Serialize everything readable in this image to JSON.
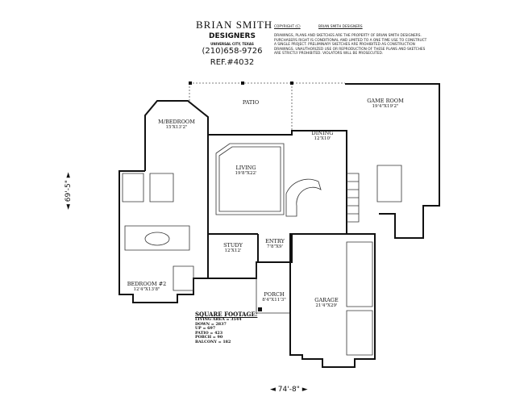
{
  "title_block": {
    "brand": "BRIAN SMITH",
    "subtitle": "DESIGNERS",
    "location": "UNIVERSAL CITY, TEXAS",
    "phone": "(210)658-9726",
    "ref": "REF.#4032"
  },
  "copyright": {
    "label": "COPYRIGHT (C)",
    "owner": "BRIAN SMITH DESIGNERS",
    "notice": "DRAWINGS, PLANS AND SKETCHES ARE THE PROPERTY OF BRIAN SMITH DESIGNERS. PURCHASERS RIGHT IS CONDITIONAL AND LIMITED TO A ONE TIME USE TO CONSTRUCT A SINGLE PROJECT. PRELIMINARY SKETCHES ARE PROHIBITED AS CONSTRUCTION DRAWINGS. UNAUTHORIZED USE OR REPRODUCTION OF THESE PLANS AND SKETCHES ARE STRICTLY PROHIBITED. VIOLATORS WILL BE PROSECUTED."
  },
  "rooms": [
    {
      "name": "PATIO",
      "size": ""
    },
    {
      "name": "M/BEDROOM",
      "size": "15'X13'2\""
    },
    {
      "name": "DINING",
      "size": "12'X10'"
    },
    {
      "name": "GAME ROOM",
      "size": "19'4\"X19'2\""
    },
    {
      "name": "LIVING",
      "size": "19'8\"X22'"
    },
    {
      "name": "STUDY",
      "size": "12'X12'"
    },
    {
      "name": "ENTRY",
      "size": "7'8\"X9'"
    },
    {
      "name": "PORCH",
      "size": "8'4\"X11'3\""
    },
    {
      "name": "GARAGE",
      "size": "21'4\"X29'"
    },
    {
      "name": "BEDROOM #2",
      "size": "12'4\"X13'8\""
    }
  ],
  "square_footage": {
    "title": "SQUARE FOOTAGE:",
    "rows": [
      "LIVING AREA = 3544",
      "DOWN = 2837",
      "UP = 697",
      "PATIO = 423",
      "PORCH = 90",
      "BALCONY = 182"
    ]
  },
  "dimensions": {
    "width": "74'-8\"",
    "depth": "69'-5\""
  }
}
